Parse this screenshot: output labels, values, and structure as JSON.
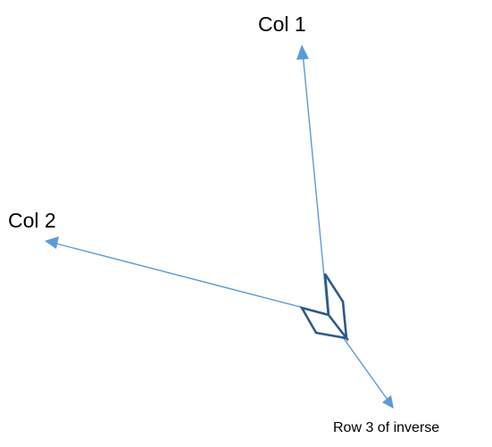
{
  "labels": {
    "col1": "Col 1",
    "col2": "Col 2",
    "row3": "Row 3 of inverse"
  },
  "colors": {
    "arrow": "#5b9bd5",
    "box": "#2e5a8a",
    "text": "#000000"
  }
}
